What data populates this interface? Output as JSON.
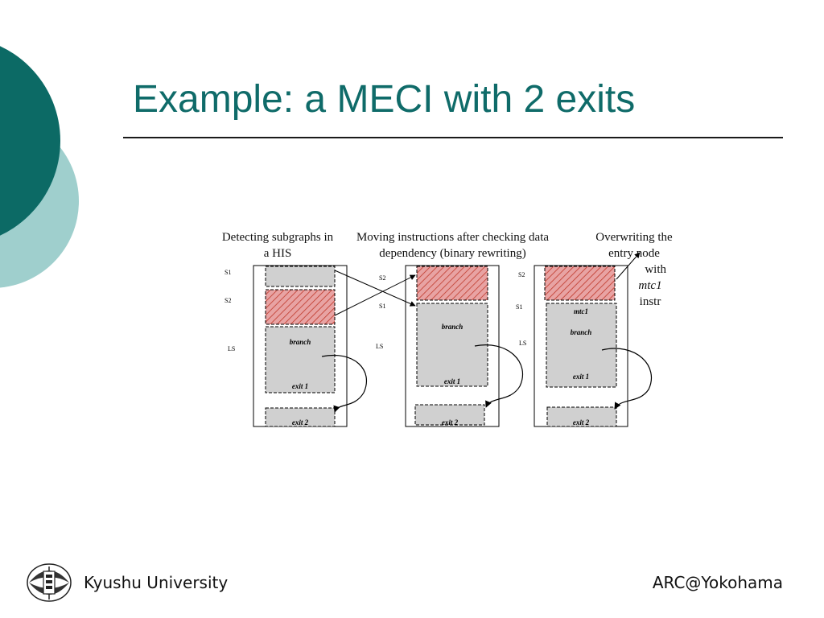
{
  "slide": {
    "title": "Example: a MECI with 2 exits",
    "footer_left": "Kyushu University",
    "footer_right": "ARC@Yokohama"
  },
  "captions": {
    "panel1": [
      "Detecting subgraphs in",
      "a HIS"
    ],
    "panel2": [
      "Moving instructions after checking data",
      "dependency (binary rewriting)"
    ],
    "panel3": [
      "Overwriting  the",
      "entry node",
      "with",
      "mtc1",
      "instr"
    ]
  },
  "labels": {
    "s1": "S1",
    "s2": "S2",
    "ls": "LS",
    "branch": "branch",
    "exit1": "exit 1",
    "exit2": "exit 2",
    "mtc1": "mtc1"
  },
  "colors": {
    "teal_dark": "#0c6a65",
    "teal_light": "#9fcfcd",
    "title": "#0f6b69",
    "block_fill": "#d0d0d0",
    "hatch_fill": "#e8a3a3",
    "hatch_line": "#c0392b"
  },
  "icons": {
    "logo": "kyushu-university-emblem"
  }
}
